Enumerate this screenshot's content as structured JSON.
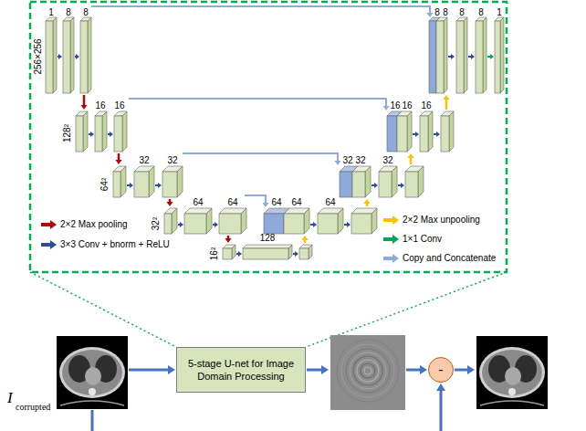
{
  "diagram": {
    "nodes": [
      {
        "text": [
          "5-stage U-net for Image Domain Processing"
        ]
      },
      {
        "text": [
          "-"
        ]
      }
    ],
    "labels": [
      "1",
      "8",
      "8",
      "8",
      "8",
      "8",
      "8",
      "1",
      "256×256",
      "16",
      "16",
      "16",
      "16",
      "16",
      "128²",
      "32",
      "32",
      "32",
      "32",
      "32",
      "64²",
      "64",
      "64",
      "64",
      "64",
      "64",
      "32²",
      "128",
      "16²",
      "I",
      "corrupted"
    ],
    "legend": [
      {
        "text": "2×2 Max pooling"
      },
      {
        "text": "3×3 Conv + bnorm + ReLU"
      },
      {
        "text": "2×2 Max unpooling"
      },
      {
        "text": "1×1 Conv"
      },
      {
        "text": "Copy and Concatenate"
      }
    ]
  }
}
